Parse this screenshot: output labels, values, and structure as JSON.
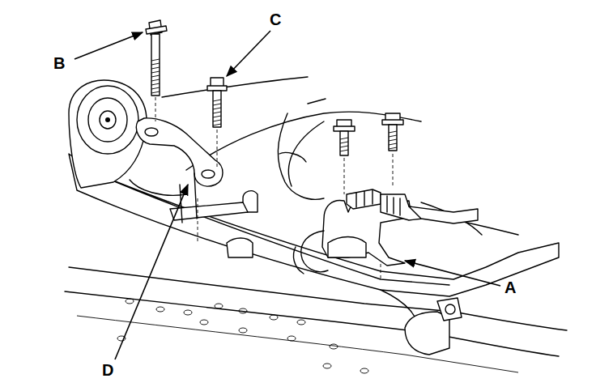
{
  "diagram": {
    "labels": [
      "C",
      "B",
      "A",
      "D"
    ]
  }
}
